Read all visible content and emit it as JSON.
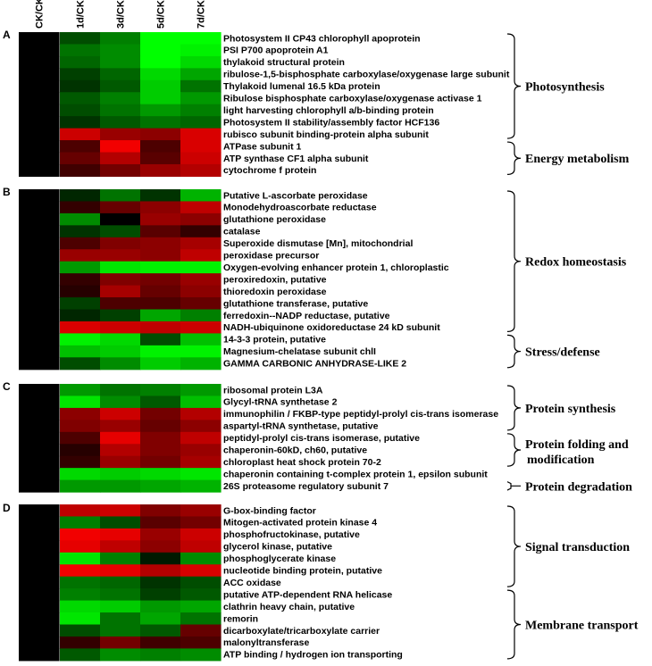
{
  "chart_data": {
    "type": "heatmap",
    "columns": [
      "CK/CK",
      "1d/CK",
      "3d/CK",
      "5d/CK",
      "7d/CK"
    ],
    "scale_note": "green = down-regulated, black = unchanged, red = up-regulated",
    "panels": [
      {
        "label": "A",
        "rows": [
          {
            "name": "Photosystem II CP43 chlorophyll apoprotein",
            "values": [
              0,
              -0.3,
              -0.5,
              -1,
              -1
            ]
          },
          {
            "name": "PSI P700 apoprotein A1",
            "values": [
              0,
              -0.45,
              -0.55,
              -1,
              -0.95
            ]
          },
          {
            "name": "thylakoid structural protein",
            "values": [
              0,
              -0.4,
              -0.55,
              -1,
              -0.85
            ]
          },
          {
            "name": "ribulose-1,5-bisphosphate carboxylase/oxygenase large subunit",
            "values": [
              0,
              -0.25,
              -0.4,
              -0.85,
              -0.65
            ]
          },
          {
            "name": "Thylakoid lumenal 16.5 kDa protein",
            "values": [
              0,
              -0.2,
              -0.35,
              -0.8,
              -0.45
            ]
          },
          {
            "name": "Ribulose bisphosphate carboxylase/oxygenase activase 1",
            "values": [
              0,
              -0.35,
              -0.5,
              -0.8,
              -0.6
            ]
          },
          {
            "name": "light harvesting chlorophyll a/b-binding protein",
            "values": [
              0,
              -0.3,
              -0.45,
              -0.6,
              -0.5
            ]
          },
          {
            "name": "Photosystem II stability/assembly factor HCF136",
            "values": [
              0,
              -0.2,
              -0.35,
              -0.45,
              -0.4
            ]
          },
          {
            "name": "rubisco subunit binding-protein alpha subunit",
            "values": [
              0,
              0.8,
              0.6,
              0.55,
              0.85
            ]
          },
          {
            "name": "ATPase subunit 1",
            "values": [
              0,
              0.3,
              0.95,
              0.3,
              0.85
            ]
          },
          {
            "name": "ATP synthase CF1 alpha subunit",
            "values": [
              0,
              0.4,
              0.7,
              0.35,
              0.8
            ]
          },
          {
            "name": "cytochrome f protein",
            "values": [
              0,
              0.25,
              0.45,
              0.6,
              0.7
            ]
          }
        ],
        "groups": [
          {
            "name": "Photosynthesis",
            "start": 0,
            "end": 8
          },
          {
            "name": "Energy metabolism",
            "start": 9,
            "end": 11
          }
        ]
      },
      {
        "label": "B",
        "rows": [
          {
            "name": "Putative L-ascorbate peroxidase",
            "values": [
              0,
              -0.15,
              -0.45,
              -0.2,
              -0.7
            ]
          },
          {
            "name": "Monodehydroascorbate reductase",
            "values": [
              0,
              0.2,
              0.4,
              0.55,
              0.75
            ]
          },
          {
            "name": "glutathione peroxidase",
            "values": [
              0,
              -0.55,
              0,
              0.6,
              0.55
            ]
          },
          {
            "name": "catalase",
            "values": [
              0,
              -0.2,
              -0.3,
              0.35,
              0.2
            ]
          },
          {
            "name": "Superoxide dismutase [Mn], mitochondrial",
            "values": [
              0,
              0.3,
              0.5,
              0.55,
              0.65
            ]
          },
          {
            "name": "peroxidase precursor",
            "values": [
              0,
              0.6,
              0.6,
              0.55,
              0.75
            ]
          },
          {
            "name": "Oxygen-evolving enhancer protein 1, chloroplastic",
            "values": [
              0,
              -0.6,
              -0.9,
              -0.95,
              -0.95
            ]
          },
          {
            "name": "peroxiredoxin, putative",
            "values": [
              0,
              0.2,
              0.5,
              0.45,
              0.6
            ]
          },
          {
            "name": "thioredoxin peroxidase",
            "values": [
              0,
              0.15,
              0.65,
              0.4,
              0.55
            ]
          },
          {
            "name": "glutathione transferase, putative",
            "values": [
              0,
              -0.25,
              0.3,
              0.3,
              0.4
            ]
          },
          {
            "name": "ferredoxin--NADP reductase, putative",
            "values": [
              0,
              -0.15,
              -0.25,
              -0.65,
              -0.5
            ]
          },
          {
            "name": "NADH-ubiquinone oxidoreductase 24 kD subunit",
            "values": [
              0,
              0.85,
              0.8,
              0.75,
              0.8
            ]
          },
          {
            "name": "14-3-3 protein, putative",
            "values": [
              0,
              -0.95,
              -0.85,
              -0.3,
              -0.75
            ]
          },
          {
            "name": "Magnesium-chelatase subunit chlI",
            "values": [
              0,
              -0.75,
              -0.8,
              -0.95,
              -0.95
            ]
          },
          {
            "name": "GAMMA CARBONIC ANHYDRASE-LIKE 2",
            "values": [
              0,
              -0.3,
              -0.55,
              -0.8,
              -0.7
            ]
          }
        ],
        "groups": [
          {
            "name": "Redox homeostasis",
            "start": 0,
            "end": 11
          },
          {
            "name": "Stress/defense",
            "start": 12,
            "end": 14
          }
        ]
      },
      {
        "label": "C",
        "rows": [
          {
            "name": "ribosomal protein L3A",
            "values": [
              0,
              -0.6,
              -0.45,
              -0.5,
              -0.6
            ]
          },
          {
            "name": "Glycyl-tRNA synthetase 2",
            "values": [
              0,
              -0.9,
              -0.55,
              -0.35,
              -0.75
            ]
          },
          {
            "name": "immunophilin / FKBP-type peptidyl-prolyl cis-trans isomerase",
            "values": [
              0,
              0.55,
              0.8,
              0.45,
              0.7
            ]
          },
          {
            "name": "aspartyl-tRNA synthetase, putative",
            "values": [
              0,
              0.5,
              0.6,
              0.4,
              0.55
            ]
          },
          {
            "name": "peptidyl-prolyl cis-trans isomerase, putative",
            "values": [
              0,
              0.3,
              0.9,
              0.5,
              0.75
            ]
          },
          {
            "name": "chaperonin-60kD, ch60, putative",
            "values": [
              0,
              0.15,
              0.7,
              0.5,
              0.6
            ]
          },
          {
            "name": "chloroplast heat shock protein 70-2",
            "values": [
              0,
              0.2,
              0.6,
              0.45,
              0.65
            ]
          },
          {
            "name": "chaperonin containing t-complex protein 1, epsilon subunit",
            "values": [
              0,
              -0.85,
              -0.8,
              -0.85,
              -0.9
            ]
          },
          {
            "name": "26S proteasome regulatory subunit 7",
            "values": [
              0,
              -0.6,
              -0.6,
              -0.65,
              -0.7
            ]
          }
        ],
        "groups": [
          {
            "name": "Protein synthesis",
            "start": 0,
            "end": 3
          },
          {
            "name": "Protein folding and modification",
            "start": 4,
            "end": 6
          },
          {
            "name": "Protein degradation",
            "start": 8,
            "end": 8
          }
        ]
      },
      {
        "label": "D",
        "rows": [
          {
            "name": "G-box-binding factor",
            "values": [
              0,
              0.75,
              0.8,
              0.5,
              0.6
            ]
          },
          {
            "name": "Mitogen-activated protein kinase 4",
            "values": [
              0,
              -0.5,
              -0.3,
              0.35,
              0.45
            ]
          },
          {
            "name": "phosphofructokinase, putative",
            "values": [
              0,
              0.95,
              0.9,
              0.6,
              0.8
            ]
          },
          {
            "name": "glycerol kinase, putative",
            "values": [
              0,
              0.9,
              0.75,
              0.55,
              0.75
            ]
          },
          {
            "name": "phosphoglycerate kinase",
            "values": [
              0,
              -0.9,
              -0.5,
              -0.1,
              -0.55
            ]
          },
          {
            "name": "nucleotide binding protein, putative",
            "values": [
              0,
              0.95,
              0.9,
              0.7,
              0.85
            ]
          },
          {
            "name": "ACC oxidase",
            "values": [
              0,
              -0.45,
              -0.4,
              -0.2,
              -0.3
            ]
          },
          {
            "name": "putative ATP-dependent RNA helicase",
            "values": [
              0,
              -0.5,
              -0.45,
              -0.25,
              -0.35
            ]
          },
          {
            "name": "clathrin heavy chain, putative",
            "values": [
              0,
              -0.85,
              -0.8,
              -0.6,
              -0.65
            ]
          },
          {
            "name": "remorin",
            "values": [
              0,
              -0.9,
              -0.45,
              -0.65,
              -0.45
            ]
          },
          {
            "name": "dicarboxylate/tricarboxylate carrier",
            "values": [
              0,
              -0.3,
              -0.45,
              -0.35,
              0.4
            ]
          },
          {
            "name": "malonyltransferase",
            "values": [
              0,
              0.2,
              0.45,
              0.25,
              0.3
            ]
          },
          {
            "name": "ATP binding / hydrogen ion transporting",
            "values": [
              0,
              -0.35,
              -0.55,
              -0.5,
              -0.55
            ]
          }
        ],
        "groups": [
          {
            "name": "Signal transduction",
            "start": 0,
            "end": 6
          },
          {
            "name": "Membrane transport",
            "start": 7,
            "end": 12
          }
        ]
      }
    ]
  }
}
